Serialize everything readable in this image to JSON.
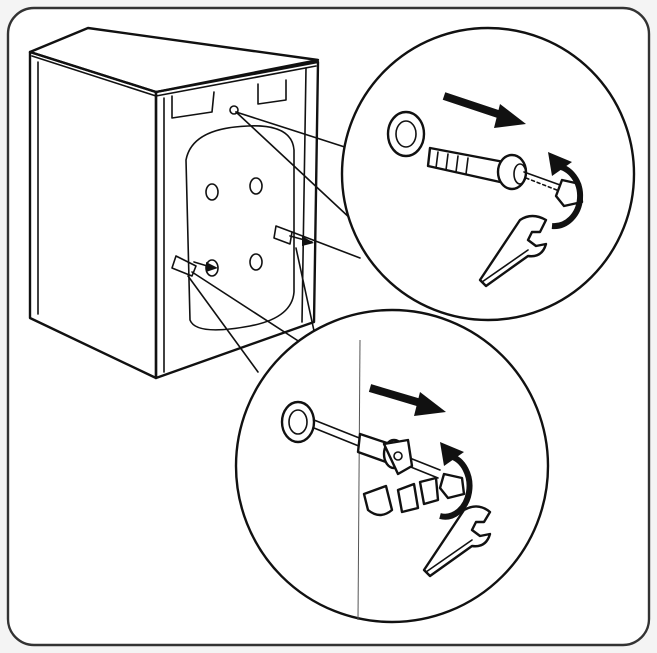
{
  "colors": {
    "line": "#111111",
    "background": "#ffffff",
    "frame": "#333333",
    "outer_margin": "#f4f4f4"
  },
  "icons": [
    "washing-machine-back",
    "transit-bolt",
    "spacer-sleeve",
    "hole-plug",
    "arrow-right-icon",
    "rotate-ccw-icon",
    "spanner-icon"
  ]
}
